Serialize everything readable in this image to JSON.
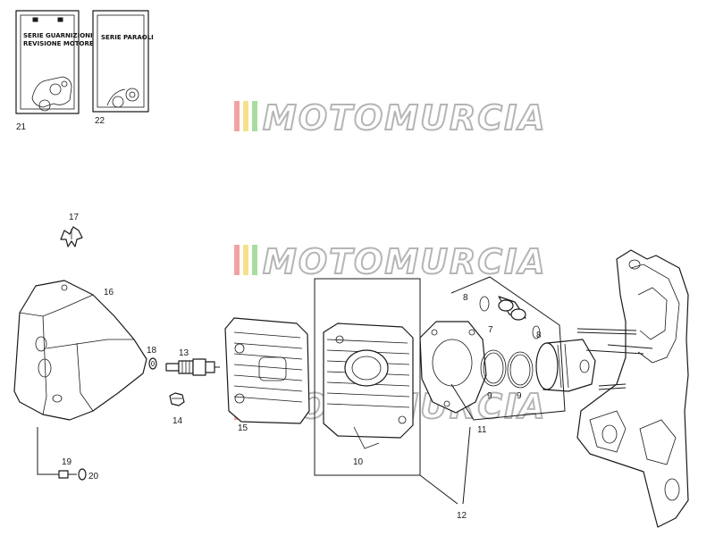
{
  "packs": [
    {
      "number": "21",
      "text_line1": "SERIE GUARNIZIONI",
      "text_line2": "REVISIONE MOTORE"
    },
    {
      "number": "22",
      "text_line1": "SERIE PARAOLI"
    }
  ],
  "watermark": {
    "brand": "MOTOMURCIA",
    "stripe_colors": [
      "#f2a2a2",
      "#f6e08a",
      "#a9dca0"
    ]
  },
  "callouts": {
    "n7": "7",
    "n8": "8",
    "n9a": "9",
    "n9b": "9",
    "n10": "10",
    "n11": "11",
    "n12": "12",
    "n13": "13",
    "n14": "14",
    "n15": "15",
    "n16": "16",
    "n17": "17",
    "n18": "18",
    "n19": "19",
    "n20": "20"
  }
}
